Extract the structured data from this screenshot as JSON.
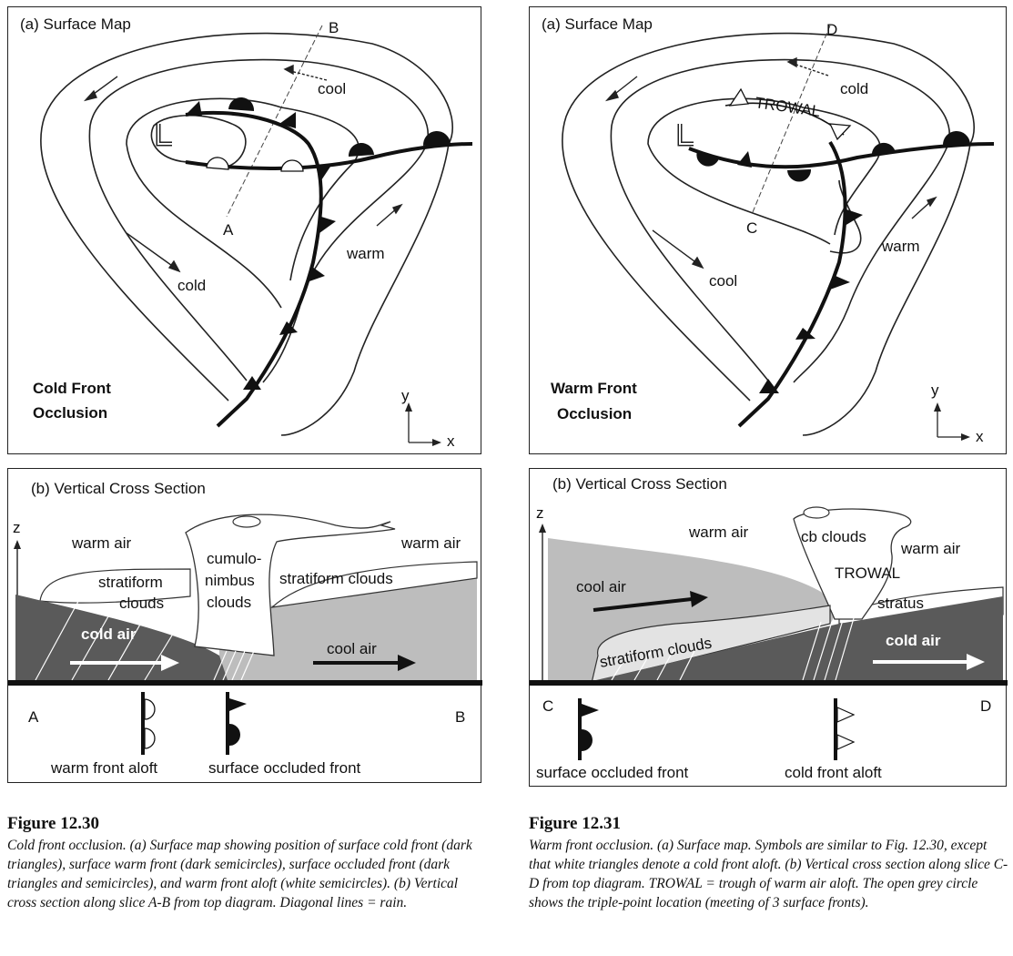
{
  "left": {
    "map": {
      "title": "(a) Surface Map",
      "slice_top": "B",
      "slice_bottom": "A",
      "air_cool": "cool",
      "air_warm": "warm",
      "air_cold": "cold",
      "occlusion_line1": "Cold Front",
      "occlusion_line2": "Occlusion",
      "axis_y": "y",
      "axis_x": "x"
    },
    "section": {
      "title": "(b) Vertical Cross Section",
      "axis_z": "z",
      "warm_air_left": "warm air",
      "warm_air_right": "warm air",
      "stratiform_1": "stratiform",
      "stratiform_2": "clouds",
      "cumulo_1": "cumulo-",
      "cumulo_2": "nimbus",
      "cumulo_3": "clouds",
      "stratiform_right": "stratiform clouds",
      "cold_air": "cold air",
      "cool_air": "cool air",
      "end_left": "A",
      "end_right": "B",
      "front_aloft": "warm front aloft",
      "front_surface": "surface occluded front"
    },
    "caption": {
      "title": "Figure 12.30",
      "body": "Cold front occlusion. (a) Surface map showing position of surface cold front (dark triangles), surface warm front (dark semicircles), surface occluded front (dark triangles and semicircles), and warm front aloft (white semicircles). (b) Vertical cross section along slice A-B from top diagram. Diagonal lines = rain."
    }
  },
  "right": {
    "map": {
      "title": "(a) Surface Map",
      "slice_top": "D",
      "slice_bottom": "C",
      "trowal": "TROWAL",
      "air_cool_top": "cold",
      "air_warm": "warm",
      "air_cool_bottom": "cool",
      "occlusion_line1": "Warm Front",
      "occlusion_line2": "Occlusion",
      "axis_y": "y",
      "axis_x": "x"
    },
    "section": {
      "title": "(b) Vertical Cross Section",
      "axis_z": "z",
      "warm_air_left": "warm air",
      "cb_clouds": "cb clouds",
      "warm_air_right": "warm air",
      "trowal": "TROWAL",
      "cool_air": "cool air",
      "stratus": "stratus",
      "stratiform": "stratiform clouds",
      "cold_air": "cold air",
      "end_left": "C",
      "end_right": "D",
      "front_surface": "surface occluded front",
      "front_aloft": "cold front aloft"
    },
    "caption": {
      "title": "Figure 12.31",
      "body": "Warm front occlusion. (a) Surface map. Symbols are similar to Fig. 12.30, except that white triangles denote a cold front aloft. (b) Vertical cross section along slice C-D from top diagram. TROWAL = trough of warm air aloft. The open grey circle shows the triple-point location (meeting of 3 surface fronts)."
    }
  }
}
